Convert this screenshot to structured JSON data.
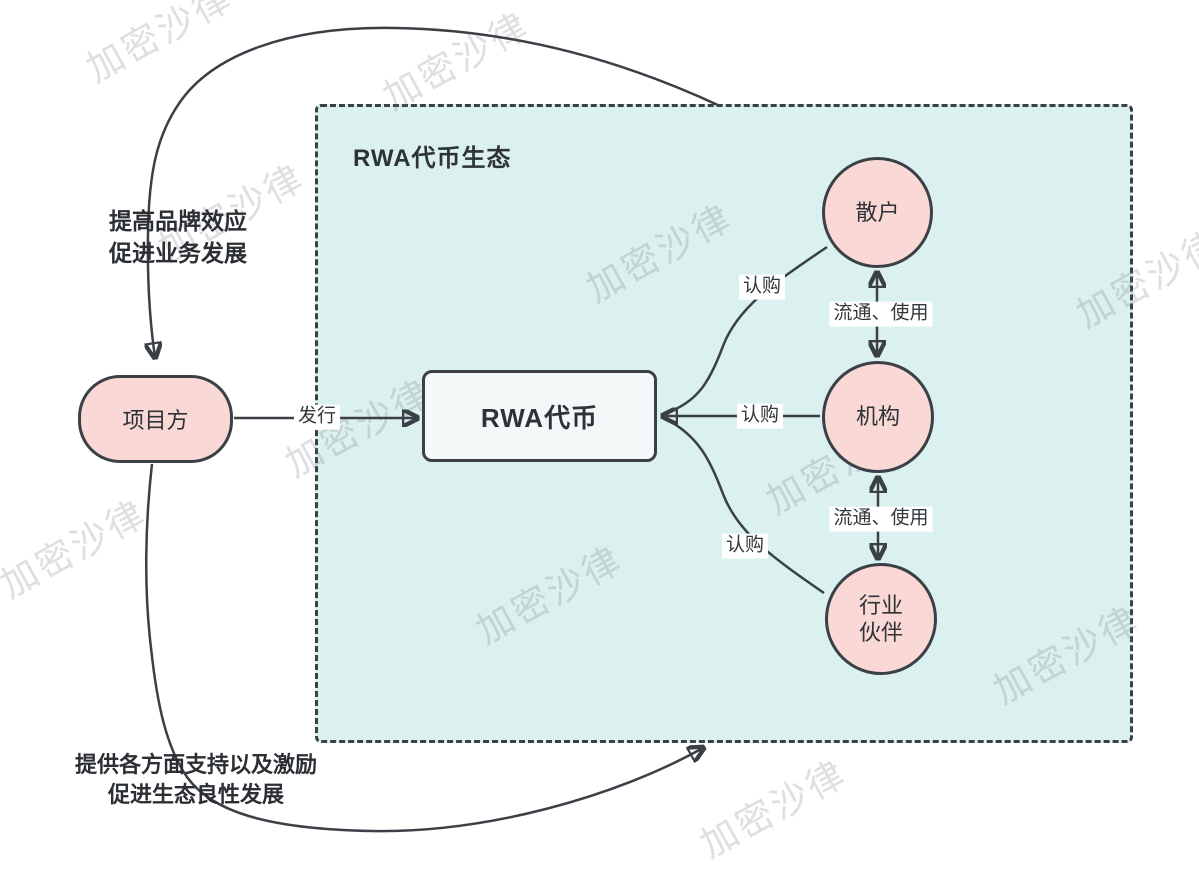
{
  "diagram": {
    "title": "RWA代币生态",
    "watermark_text": "加密沙律",
    "colors": {
      "ecosystem_fill": "#dbf1f0",
      "node_pink": "#f9d8d6",
      "token_fill": "#f3f9f9",
      "stroke": "#3b4046",
      "text_dark": "#2e3338",
      "watermark": "rgba(100,110,118,0.22)"
    },
    "nodes": {
      "project": "项目方",
      "token": "RWA代币",
      "retail": "散户",
      "institution": "机构",
      "partner_line1": "行业",
      "partner_line2": "伙伴"
    },
    "edge_labels": {
      "issue": "发行",
      "subscribe_retail": "认购",
      "subscribe_institution": "认购",
      "subscribe_partner": "认购",
      "circulate_use_top": "流通、使用",
      "circulate_use_bottom": "流通、使用"
    },
    "annotations": {
      "brand_line1": "提高品牌效应",
      "brand_line2": "促进业务发展",
      "support_line1": "提供各方面支持以及激励",
      "support_line2": "促进生态良性发展"
    }
  }
}
